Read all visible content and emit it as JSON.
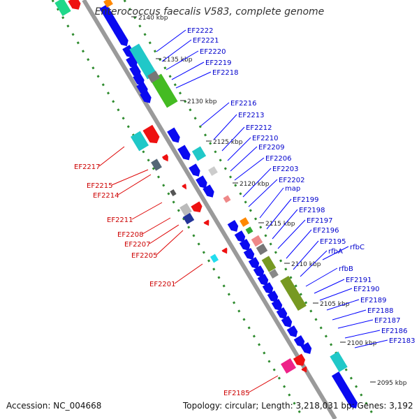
{
  "title": "Enterococcus faecalis V583, complete genome",
  "footer": {
    "accession": "Accession: NC_004668",
    "summary": "Topology: circular; Length: 3,218,031 bp; Genes: 3,192"
  },
  "colors": {
    "backbone": "#9a9a9a",
    "dots": "#2e8b2e",
    "right_labels": "#0000cc",
    "left_labels": "#cc0000",
    "ticks": "#222222"
  },
  "kbp_ticks": [
    {
      "label": "2140 kbp"
    },
    {
      "label": "2135 kbp"
    },
    {
      "label": "2130 kbp"
    },
    {
      "label": "2125 kbp"
    },
    {
      "label": "2120 kbp"
    },
    {
      "label": "2115 kbp"
    },
    {
      "label": "2110 kbp"
    },
    {
      "label": "2105 kbp"
    },
    {
      "label": "2100 kbp"
    },
    {
      "label": "2095 kbp"
    }
  ],
  "right_labels": [
    "EF2222",
    "EF2221",
    "EF2220",
    "EF2219",
    "EF2218",
    "EF2216",
    "EF2213",
    "EF2212",
    "EF2210",
    "EF2209",
    "EF2206",
    "EF2203",
    "EF2202",
    "map",
    "EF2199",
    "EF2198",
    "EF2197",
    "EF2196",
    "EF2195",
    "rfbA",
    "rfbC",
    "rfbB",
    "EF2191",
    "EF2190",
    "EF2189",
    "EF2188",
    "EF2187",
    "EF2186",
    "EF2183"
  ],
  "left_labels": [
    "EF2217",
    "EF2215",
    "EF2214",
    "EF2211",
    "EF2208",
    "EF2207",
    "EF2205",
    "EF2201",
    "EF2185"
  ]
}
